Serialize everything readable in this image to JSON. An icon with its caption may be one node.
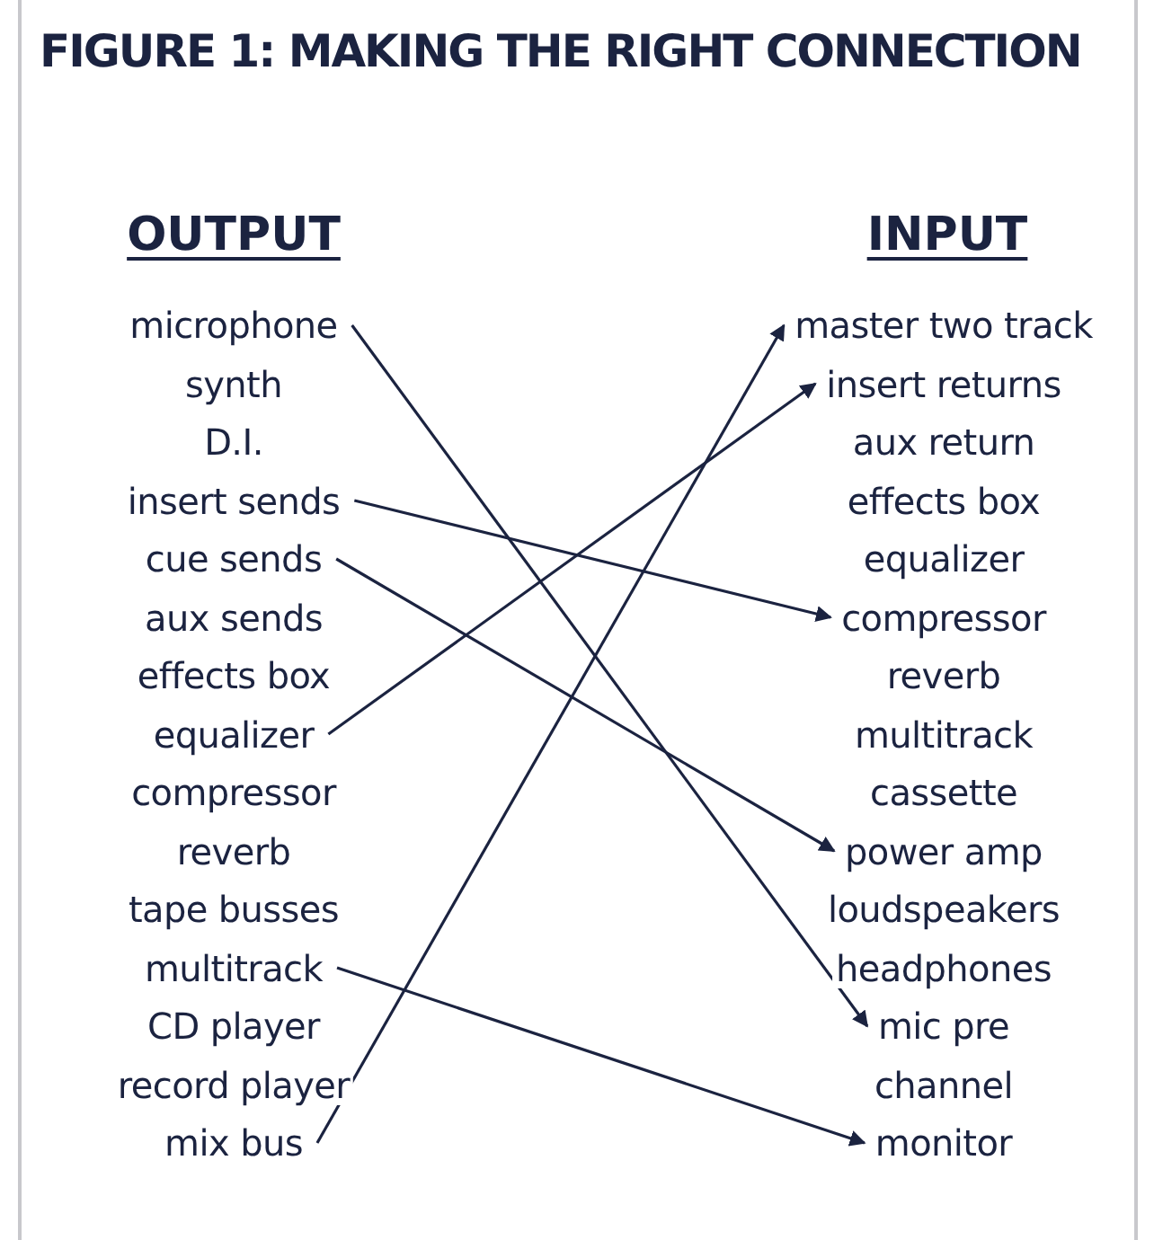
{
  "diagram": {
    "title": "FIGURE 1: MAKING THE RIGHT CONNECTION",
    "nodes": [
      {
        "text": [
          "microphone"
        ]
      },
      {
        "text": [
          "synth"
        ]
      },
      {
        "text": [
          "D.I."
        ]
      },
      {
        "text": [
          "insert sends"
        ]
      },
      {
        "text": [
          "cue sends"
        ]
      },
      {
        "text": [
          "aux sends"
        ]
      },
      {
        "text": [
          "effects box"
        ]
      },
      {
        "text": [
          "equalizer"
        ]
      },
      {
        "text": [
          "compressor"
        ]
      },
      {
        "text": [
          "reverb"
        ]
      },
      {
        "text": [
          "tape busses"
        ]
      },
      {
        "text": [
          "multitrack"
        ]
      },
      {
        "text": [
          "CD player"
        ]
      },
      {
        "text": [
          "record player"
        ]
      },
      {
        "text": [
          "mix bus"
        ]
      },
      {
        "text": [
          "master two track"
        ]
      },
      {
        "text": [
          "insert returns"
        ]
      },
      {
        "text": [
          "aux return"
        ]
      },
      {
        "text": [
          "effects box"
        ]
      },
      {
        "text": [
          "equalizer"
        ]
      },
      {
        "text": [
          "compressor"
        ]
      },
      {
        "text": [
          "reverb"
        ]
      },
      {
        "text": [
          "multitrack"
        ]
      },
      {
        "text": [
          "cassette"
        ]
      },
      {
        "text": [
          "power amp"
        ]
      },
      {
        "text": [
          "loudspeakers"
        ]
      },
      {
        "text": [
          "headphones"
        ]
      },
      {
        "text": [
          "mic pre"
        ]
      },
      {
        "text": [
          "channel"
        ]
      },
      {
        "text": [
          "monitor"
        ]
      }
    ],
    "edges": [
      {
        "from": 0,
        "to": 27,
        "arrow": "to"
      },
      {
        "from": 3,
        "to": 20,
        "arrow": "to"
      },
      {
        "from": 4,
        "to": 24,
        "arrow": "to"
      },
      {
        "from": 7,
        "to": 16,
        "arrow": "to"
      },
      {
        "from": 11,
        "to": 29,
        "arrow": "to"
      },
      {
        "from": 14,
        "to": 15,
        "arrow": "to"
      }
    ],
    "labels": [
      "OUTPUT",
      "INPUT"
    ]
  }
}
